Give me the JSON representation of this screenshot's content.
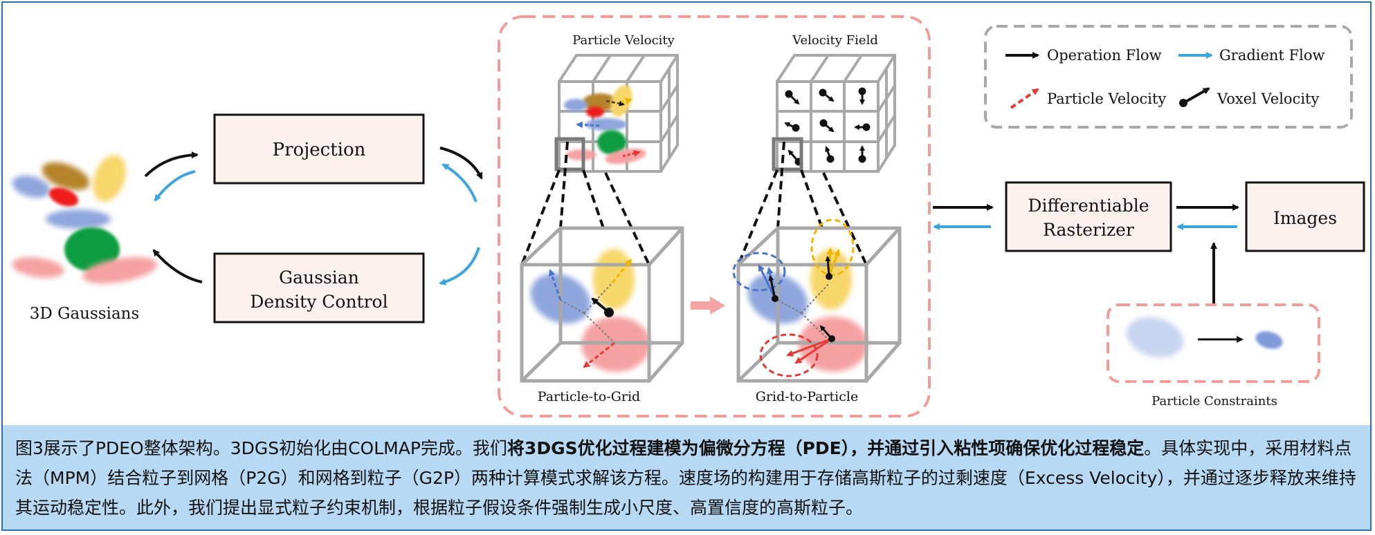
{
  "diagram": {
    "gaussians_label": "3D Gaussians",
    "projection_label": "Projection",
    "density_control_label": [
      "Gaussian",
      "Density Control"
    ],
    "particle_velocity_title": "Particle Velocity",
    "velocity_field_title": "Velocity Field",
    "p2g_label": "Particle-to-Grid",
    "g2p_label": "Grid-to-Particle",
    "rasterizer_label": [
      "Differentiable",
      "Rasterizer"
    ],
    "images_label": "Images",
    "constraints_label": "Particle Constraints",
    "legend": {
      "operation_flow": "Operation Flow",
      "gradient_flow": "Gradient Flow",
      "particle_velocity": "Particle Velocity",
      "voxel_velocity": "Voxel Velocity"
    },
    "colors": {
      "operation": "#111111",
      "gradient": "#3aa6dc",
      "particle_velocity": "#e53935",
      "dashed_frame": "#f29b9b",
      "caption_bg": "#b7d9f3",
      "border": "#2a6fb5"
    }
  },
  "caption": {
    "part1": "图3展示了PDEO整体架构。3DGS初始化由COLMAP完成。我们",
    "bold": "将3DGS优化过程建模为偏微分方程（PDE），并通过引入粘性项确保优化过程稳定",
    "part2": "。具体实现中，采用材料点法（MPM）结合粒子到网格（P2G）和网格到粒子（G2P）两种计算模式求解该方程。速度场的构建用于存储高斯粒子的过剩速度（Excess Velocity），并通过逐步释放来维持其运动稳定性。此外，我们提出显式粒子约束机制，根据粒子假设条件强制生成小尺度、高置信度的高斯粒子。"
  }
}
